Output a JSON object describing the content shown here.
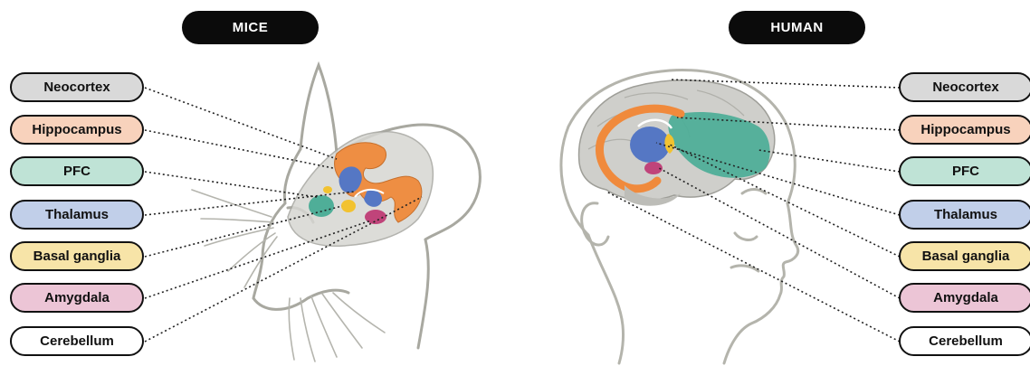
{
  "headers": {
    "mice": "MICE",
    "human": "HUMAN"
  },
  "regions": [
    {
      "key": "neocortex",
      "label": "Neocortex",
      "color": "#d9d9d9"
    },
    {
      "key": "hippocampus",
      "label": "Hippocampus",
      "color": "#f8d2bc"
    },
    {
      "key": "pfc",
      "label": "PFC",
      "color": "#bfe3d6"
    },
    {
      "key": "thalamus",
      "label": "Thalamus",
      "color": "#c1cfe9"
    },
    {
      "key": "basal-ganglia",
      "label": "Basal ganglia",
      "color": "#f7e4a8"
    },
    {
      "key": "amygdala",
      "label": "Amygdala",
      "color": "#ecc5d6"
    },
    {
      "key": "cerebellum",
      "label": "Cerebellum",
      "color": "#ffffff"
    }
  ],
  "brain_colors": {
    "hippocampus": "#f08a3c",
    "pfc": "#4fae98",
    "thalamus": "#5577c4",
    "basal_ganglia": "#f2c230",
    "amygdala": "#c0447a",
    "cortex": "#c9c9c9",
    "outline": "#a8a8a0"
  }
}
